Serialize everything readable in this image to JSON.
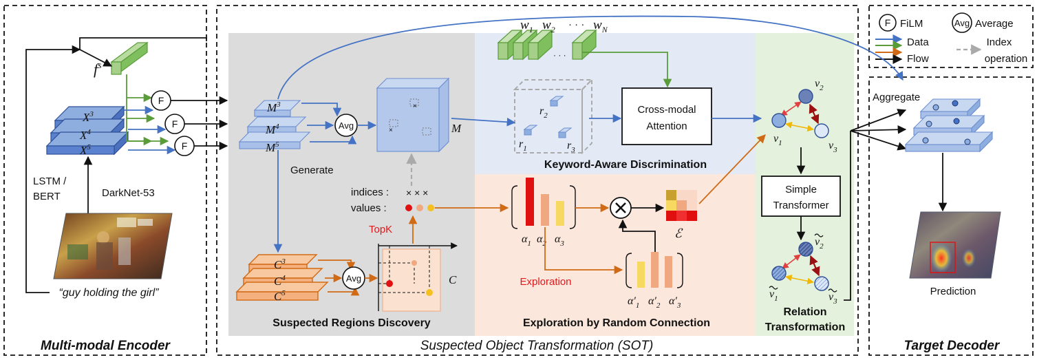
{
  "sections": {
    "encoder": "Multi-modal Encoder",
    "sot": "Suspected Object Transformation (SOT)",
    "decoder": "Target Decoder"
  },
  "legend": {
    "film_symbol": "F",
    "film": "FiLM",
    "avg_symbol": "Avg",
    "average": "Average",
    "data": "Data",
    "flow": "Flow",
    "index_line1": "Index",
    "index_line2": "operation"
  },
  "encoder": {
    "fs": "f",
    "fs_sup": "s",
    "x3": "X",
    "x3_sup": "3",
    "x4": "X",
    "x4_sup": "4",
    "x5": "X",
    "x5_sup": "5",
    "film": "F",
    "lstm_line1": "LSTM /",
    "lstm_line2": "BERT",
    "darknet": "DarkNet-53",
    "caption": "“guy holding the girl”"
  },
  "srd": {
    "m3": "M",
    "m3_sup": "3",
    "m4": "M",
    "m4_sup": "4",
    "m5": "M",
    "m5_sup": "5",
    "avg": "Avg",
    "m": "M",
    "generate": "Generate",
    "indices": "indices :",
    "values": "values :",
    "topk": "TopK",
    "c3": "C",
    "c3_sup": "3",
    "c4": "C",
    "c4_sup": "4",
    "c5": "C",
    "c5_sup": "5",
    "c": "C",
    "title": "Suspected Regions Discovery"
  },
  "kad": {
    "w1": "w",
    "w1_sub": "1",
    "w2": "w",
    "w2_sub": "2",
    "dots": "· · ·",
    "wn": "w",
    "wn_sub": "N",
    "small_dots": "· · ·",
    "r1": "r",
    "r1_sub": "1",
    "r2": "r",
    "r2_sub": "2",
    "r3": "r",
    "r3_sub": "3",
    "cma_line1": "Cross-modal",
    "cma_line2": "Attention",
    "title": "Keyword-Aware Discrimination"
  },
  "erc": {
    "alpha1": "α",
    "alpha1_sub": "1",
    "alpha2": "α",
    "alpha2_sub": "2",
    "alpha3": "α",
    "alpha3_sub": "3",
    "alpha1p": "α′",
    "alpha1p_sub": "1",
    "alpha2p": "α′",
    "alpha2p_sub": "2",
    "alpha3p": "α′",
    "alpha3p_sub": "3",
    "exploration": "Exploration",
    "epsilon": "ℰ",
    "title": "Exploration by Random Connection"
  },
  "rt": {
    "v1": "v",
    "v1_sub": "1",
    "v2": "v",
    "v2_sub": "2",
    "v3": "v",
    "v3_sub": "3",
    "tv1_sub": "1",
    "tv2_sub": "2",
    "tv3_sub": "3",
    "st_line1": "Simple",
    "st_line2": "Transformer",
    "title_line1": "Relation",
    "title_line2": "Transformation"
  },
  "decoder": {
    "aggregate": "Aggregate",
    "prediction": "Prediction"
  },
  "colors": {
    "data": "#4472c4",
    "text_feat": "#5a9c3a",
    "flow": "#d06a14",
    "index": "#aaaaaa",
    "gray_panel": "#dcdcdc",
    "blue_panel": "#e3eaf6",
    "orange_panel": "#fbe7dc",
    "green_panel": "#e4f1dc"
  }
}
